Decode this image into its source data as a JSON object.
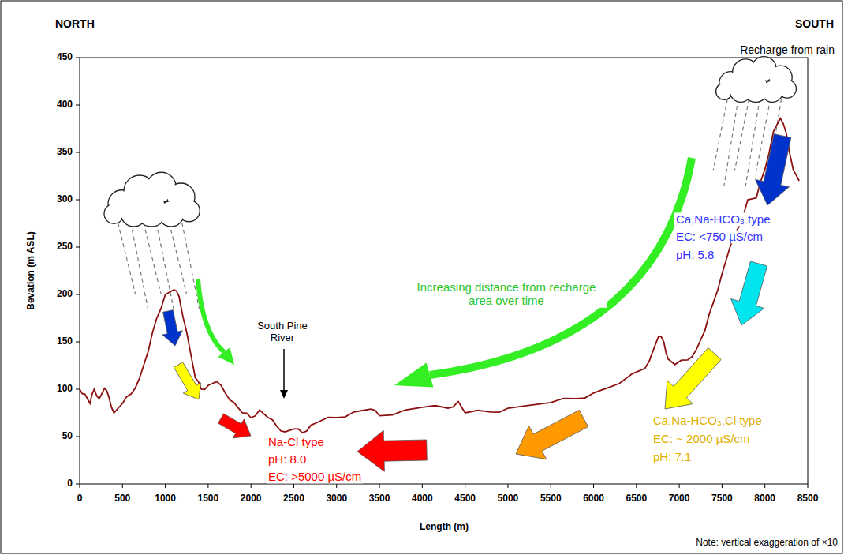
{
  "diagram": {
    "labels": [
      "NORTH",
      "SOUTH",
      "Recharge from rain",
      "450",
      "400",
      "350",
      "300",
      "250",
      "200",
      "150",
      "100",
      "50",
      "0",
      "Bevation (m ASL)",
      "0",
      "500",
      "1000",
      "1500",
      "2000",
      "2500",
      "3000",
      "3500",
      "4000",
      "4500",
      "5000",
      "5500",
      "6000",
      "6500",
      "7000",
      "7500",
      "8000",
      "8500",
      "Length (m)",
      "South Pine River",
      "Increasing distance from recharge area over time",
      "Ca,Na-HCO₃ type",
      "EC: <750  µS/cm",
      "pH: 5.8",
      "Ca,Na-HCO₃,Cl type",
      "EC: ~ 2000 µS/cm",
      "pH: 7.1",
      "Na-Cl type",
      "pH: 8.0",
      "EC: >5000 µS/cm",
      "Note: vertical exaggeration of ×10"
    ]
  }
}
